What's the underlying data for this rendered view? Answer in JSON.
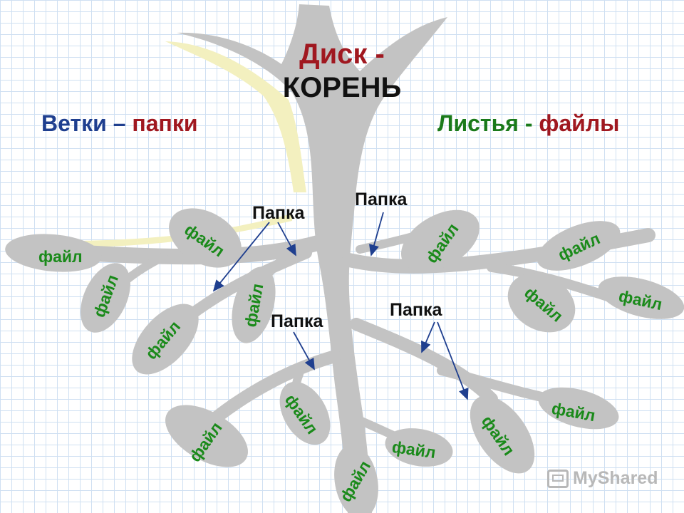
{
  "title": {
    "line1": "Диск -",
    "line2": "КОРЕНЬ"
  },
  "headers": {
    "branches_word": "Ветки",
    "branches_dash": " – ",
    "branches_meaning": "папки",
    "leaves_word": "Листья",
    "leaves_dash": " - ",
    "leaves_meaning": "файлы"
  },
  "folder_labels": [
    "Папка",
    "Папка",
    "Папка",
    "Папка"
  ],
  "file_labels": [
    "файл",
    "файл",
    "файл",
    "файл",
    "файл",
    "файл",
    "файл",
    "файл",
    "файл",
    "файл",
    "файл",
    "файл",
    "файл",
    "файл",
    "файл"
  ],
  "watermark": "MyShared",
  "colors": {
    "title": "#a01820",
    "branches_word": "#1f3f8f",
    "branches_meaning": "#a01820",
    "leaves_word": "#1a7a1a",
    "leaves_meaning": "#a01820",
    "file_text": "#1a8a1a",
    "folder_text": "#111111",
    "tree": "#c3c3c3",
    "highlight": "#f3f0bf",
    "arrow": "#1f3f8f"
  }
}
